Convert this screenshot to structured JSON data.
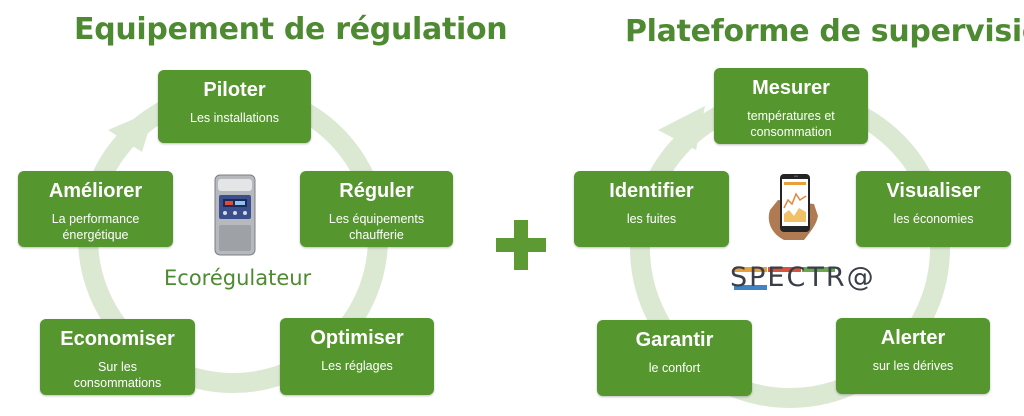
{
  "left": {
    "title": "Equipement de régulation",
    "device_label": "Ecorégulateur",
    "steps": [
      {
        "title": "Piloter",
        "subtitle": "Les installations"
      },
      {
        "title": "Réguler",
        "subtitle": "Les équipements\nchaufferie"
      },
      {
        "title": "Optimiser",
        "subtitle": "Les réglages"
      },
      {
        "title": "Economiser",
        "subtitle": "Sur les\nconsommations"
      },
      {
        "title": "Améliorer",
        "subtitle": "La performance\nénergétique"
      }
    ]
  },
  "right": {
    "title": "Plateforme de supervision",
    "logo_text": "SPECTR@",
    "steps": [
      {
        "title": "Mesurer",
        "subtitle": "températures et\nconsommation"
      },
      {
        "title": "Visualiser",
        "subtitle": "les économies"
      },
      {
        "title": "Alerter",
        "subtitle": "sur les dérives"
      },
      {
        "title": "Garantir",
        "subtitle": "le confort"
      },
      {
        "title": "Identifier",
        "subtitle": "les fuites"
      }
    ]
  },
  "icons": {
    "plus": "plus-icon",
    "device": "ecoregulator-device-icon",
    "phone": "smartphone-hand-icon"
  },
  "colors": {
    "box_green": "#55962f",
    "title_green": "#4e8a32",
    "ring": "#dbe8d2",
    "logo_bar": [
      "#e8a13a",
      "#d9533b",
      "#6aa84f",
      "#3d85c6"
    ]
  }
}
